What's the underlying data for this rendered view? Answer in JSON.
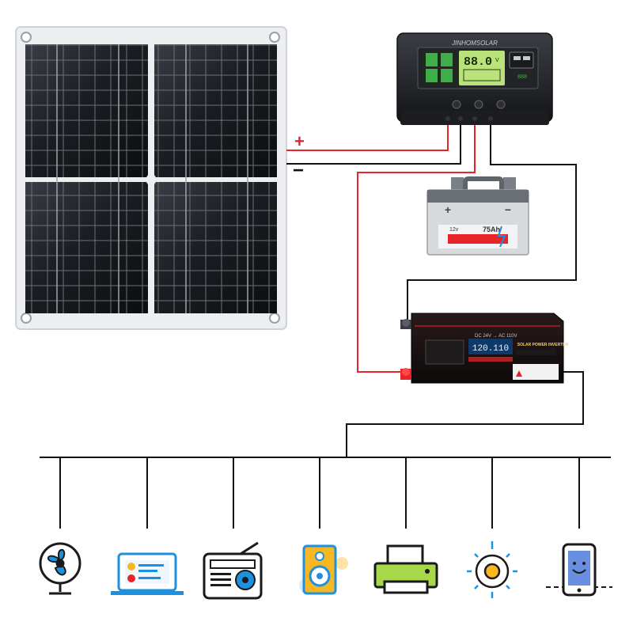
{
  "polarity": {
    "positive": "+",
    "negative": "−"
  },
  "controller": {
    "brand": "JINHOMSOLAR",
    "display": "88.0",
    "unit": "V",
    "readout": "888"
  },
  "battery": {
    "voltage": "12v",
    "capacity": "75Ah"
  },
  "inverter": {
    "spec": "DC 24V → AC 110V",
    "display": "120.110",
    "title": "SOLAR POWER INVERTER"
  },
  "appliances": [
    "fan",
    "laptop",
    "radio",
    "speaker",
    "printer",
    "light-bulb",
    "smartphone"
  ],
  "colors": {
    "positive_wire": "#e8242a",
    "negative_wire": "#111111",
    "appliance_blue": "#1e90e0",
    "appliance_yellow": "#f6b722"
  }
}
